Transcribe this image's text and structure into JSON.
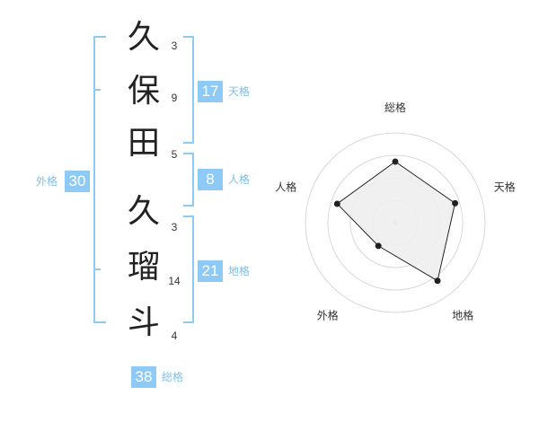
{
  "name_chars": [
    {
      "char": "久",
      "strokes": "3"
    },
    {
      "char": "保",
      "strokes": "9"
    },
    {
      "char": "田",
      "strokes": "5"
    },
    {
      "char": "久",
      "strokes": "3"
    },
    {
      "char": "瑠",
      "strokes": "14"
    },
    {
      "char": "斗",
      "strokes": "4"
    }
  ],
  "fortunes": {
    "tenkaku": {
      "value": "17",
      "label": "天格"
    },
    "jinkaku": {
      "value": "8",
      "label": "人格"
    },
    "chikaku": {
      "value": "21",
      "label": "地格"
    },
    "gaikaku": {
      "value": "30",
      "label": "外格"
    },
    "soukaku": {
      "value": "38",
      "label": "総格"
    }
  },
  "colors": {
    "accent": "#8dcaf6",
    "label": "#7fbfe9",
    "radar_fill": "#eeeeee"
  },
  "chart_data": {
    "type": "radar",
    "axes": [
      "総格",
      "天格",
      "地格",
      "外格",
      "人格"
    ],
    "levels": 4,
    "values": [
      3.4,
      3.5,
      4.0,
      1.6,
      3.4
    ],
    "max": 5,
    "grid": true
  }
}
